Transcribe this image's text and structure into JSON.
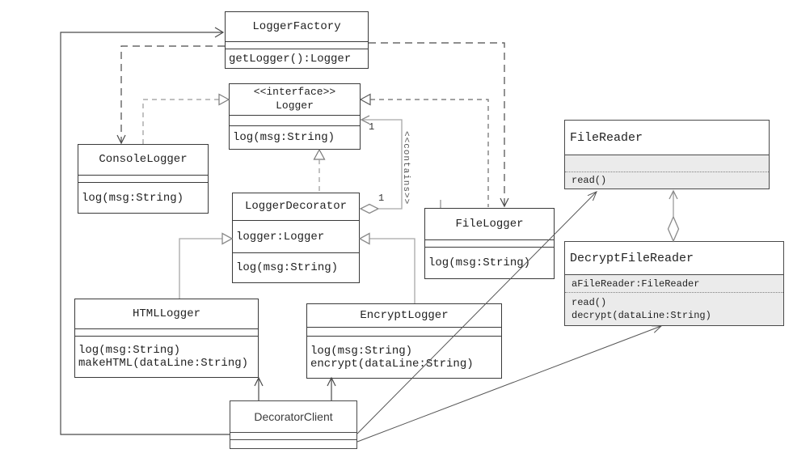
{
  "classes": {
    "logger_factory": {
      "name": "LoggerFactory",
      "methods": [
        "getLogger():Logger"
      ]
    },
    "logger": {
      "stereotype": "<<interface>>",
      "name": "Logger",
      "methods": [
        "log(msg:String)"
      ]
    },
    "console_logger": {
      "name": "ConsoleLogger",
      "methods": [
        "log(msg:String)"
      ]
    },
    "logger_decorator": {
      "name": "LoggerDecorator",
      "attributes": [
        "logger:Logger"
      ],
      "methods": [
        "log(msg:String)"
      ]
    },
    "file_logger": {
      "name": "FileLogger",
      "methods": [
        "log(msg:String)"
      ]
    },
    "html_logger": {
      "name": "HTMLLogger",
      "methods": [
        "log(msg:String)",
        "makeHTML(dataLine:String)"
      ]
    },
    "encrypt_logger": {
      "name": "EncryptLogger",
      "methods": [
        "log(msg:String)",
        "encrypt(dataLine:String)"
      ]
    },
    "decorator_client": {
      "name": "DecoratorClient"
    },
    "file_reader": {
      "name": "FileReader",
      "methods": [
        "read()"
      ]
    },
    "decrypt_file_reader": {
      "name": "DecryptFileReader",
      "attributes": [
        "aFileReader:FileReader"
      ],
      "methods": [
        "read()",
        "decrypt(dataLine:String)"
      ]
    }
  },
  "labels": {
    "contains_stereotype": "<<contains>>",
    "multiplicity_top": "1",
    "multiplicity_bottom": "1"
  },
  "colors": {
    "box_border": "#3a3a3a",
    "line_dark": "#4a4a4a",
    "line_gray": "#a8a8a8",
    "shaded_fill": "#ebebeb"
  }
}
